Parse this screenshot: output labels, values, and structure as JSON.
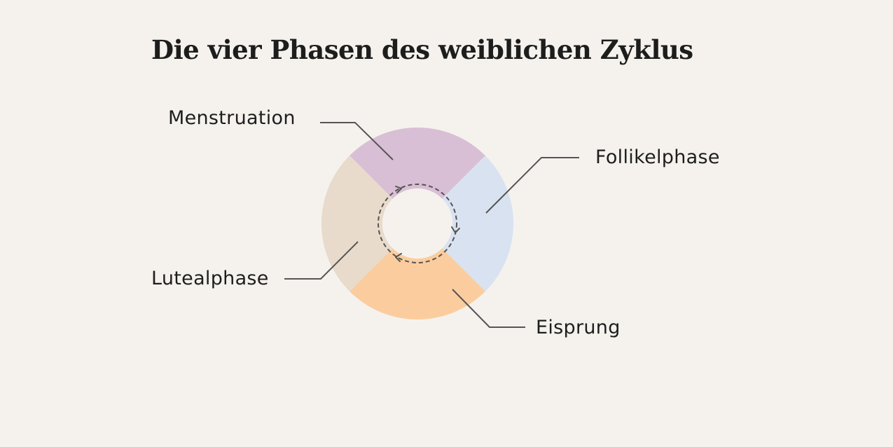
{
  "title": "Die vier Phasen des weiblichen Zyklus",
  "phases": [
    {
      "label": "Menstruation",
      "color": "#d9bfd5"
    },
    {
      "label": "Follikelphase",
      "color": "#d9e2f0"
    },
    {
      "label": "Eisprung",
      "color": "#fbcd9e"
    },
    {
      "label": "Lutealphase",
      "color": "#e8dbcb"
    }
  ],
  "colors": {
    "background": "#f5f2ee",
    "text": "#1d1d1d",
    "lines": "#555555"
  }
}
